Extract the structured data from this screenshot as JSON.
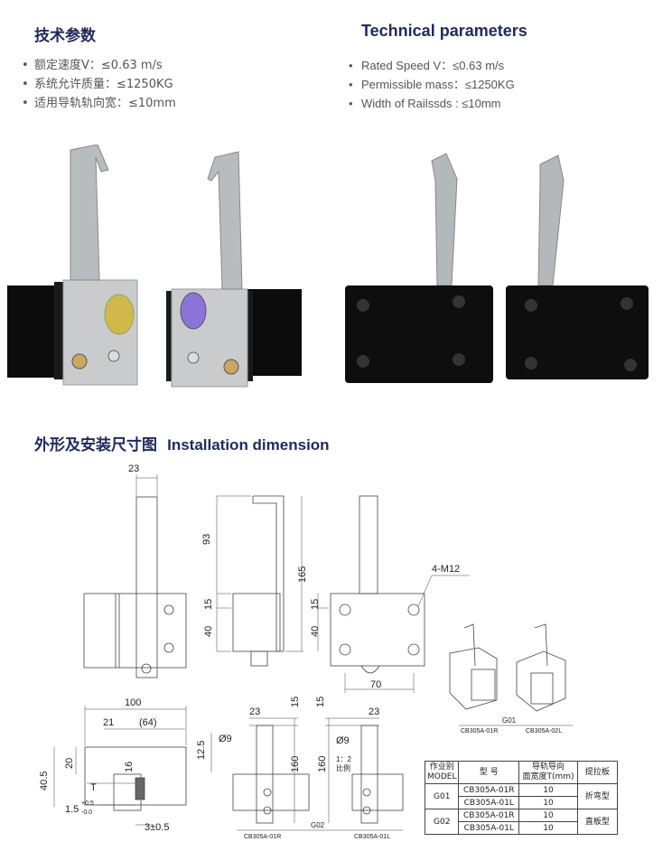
{
  "cn": {
    "heading": "技术参数",
    "params": [
      "额定速度V：≤0.63 m/s",
      "系统允许质量：≤1250KG",
      "适用导轨轨向宽：≤10mm"
    ]
  },
  "en": {
    "heading": "Technical parameters",
    "params": [
      "Rated Speed  V：≤0.63 m/s",
      "Permissible mass：≤1250KG",
      "Width of Railssds : ≤10mm"
    ]
  },
  "install": {
    "heading_cn": "外形及安装尺寸图",
    "heading_en": "Installation dimension"
  },
  "dims": {
    "d23_top": "23",
    "d93": "93",
    "d165": "165",
    "d15_a": "15",
    "d40_a": "40",
    "d15_b": "15",
    "d40_b": "40",
    "m12": "4-M12",
    "d70": "70",
    "d100": "100",
    "d21": "21",
    "d64": "(64)",
    "d12_5": "12.5",
    "d40_5": "40.5",
    "d20": "20",
    "T": "T",
    "d16": "16",
    "d1_5": "1.5",
    "tol_plus": "+0.5",
    "tol_minus": "-0.0",
    "d3": "3±0.5",
    "d23_l": "23",
    "d15_c": "15",
    "d9_l": "Ø9",
    "d160_l": "160",
    "d15_d": "15",
    "d23_r": "23",
    "d9_r": "Ø9",
    "d160_r": "160",
    "scale": "1：2",
    "scale_label": "比例",
    "g01": "G01",
    "g01_l": "CB305A-01R",
    "g01_r": "CB305A-02L",
    "g02": "G02",
    "g02_l": "CB305A-01R",
    "g02_r": "CB305A-01L"
  },
  "table": {
    "h_model": "作业别\nMODEL",
    "h_type": "型 号",
    "h_width": "导轨导向\n面宽度T(mm)",
    "h_plate": "提拉板",
    "rows": [
      {
        "model": "G01",
        "type": "CB305A-01R",
        "width": "10",
        "plate": "折弯型"
      },
      {
        "type": "CB305A-01L",
        "width": "10"
      },
      {
        "model": "G02",
        "type": "CB305A-01R",
        "width": "10",
        "plate": "直板型"
      },
      {
        "type": "CB305A-01L",
        "width": "10"
      }
    ]
  }
}
